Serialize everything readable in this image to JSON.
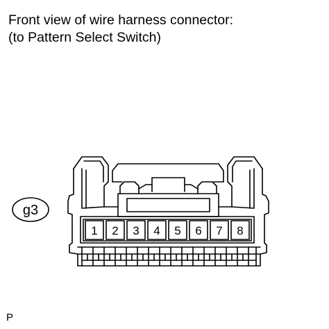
{
  "caption": {
    "line1": "Front view of wire harness connector:",
    "line2": "(to Pattern Select Switch)"
  },
  "connector": {
    "label": "g3",
    "pins": [
      "1",
      "2",
      "3",
      "4",
      "5",
      "6",
      "7",
      "8"
    ]
  },
  "footer": {
    "code": "P"
  }
}
